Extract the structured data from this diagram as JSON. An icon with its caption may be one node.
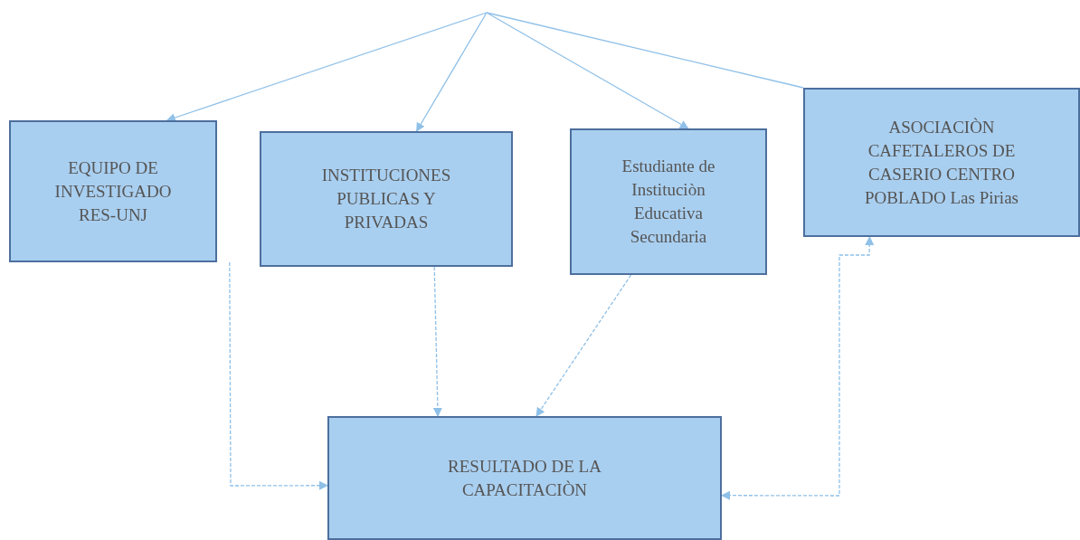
{
  "diagram": {
    "nodes": [
      {
        "text": [
          "EQUIPO DE INVESTIGADO RES-UNJ"
        ]
      },
      {
        "text": [
          "INSTITUCIONES PUBLICAS Y PRIVADAS"
        ]
      },
      {
        "text": [
          "Estudiante de Instituciòn Educativa Secundaria"
        ]
      },
      {
        "text": [
          "ASOCIACIÒN CAFETALEROS DE CASERIO CENTRO POBLADO Las Pirias"
        ]
      },
      {
        "text": [
          "RESULTADO DE LA CAPACITACIÒN"
        ]
      }
    ],
    "edges": [
      {
        "from": null,
        "to": 0,
        "arrow": "to"
      },
      {
        "from": null,
        "to": 1,
        "arrow": "to"
      },
      {
        "from": null,
        "to": 2,
        "arrow": "to"
      },
      {
        "from": null,
        "to": 3,
        "arrow": "none"
      },
      {
        "from": 0,
        "to": 4,
        "arrow": "to",
        "style": "dashed"
      },
      {
        "from": 1,
        "to": 4,
        "arrow": "to",
        "style": "dashed"
      },
      {
        "from": 2,
        "to": 4,
        "arrow": "to",
        "style": "dashed"
      },
      {
        "from": 4,
        "to": 3,
        "arrow": "both",
        "style": "dashed"
      }
    ]
  }
}
